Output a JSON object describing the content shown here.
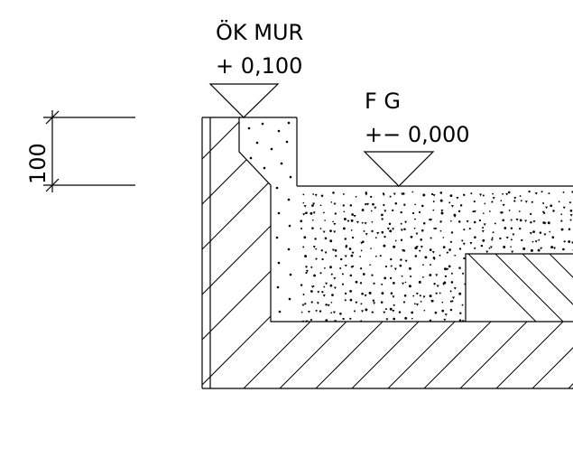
{
  "levels": {
    "wall_top": {
      "name": "ÖK MUR",
      "value": "+ 0,100"
    },
    "floor": {
      "name": "F G",
      "value": "+− 0,000"
    }
  },
  "dimension": {
    "value": "100"
  }
}
